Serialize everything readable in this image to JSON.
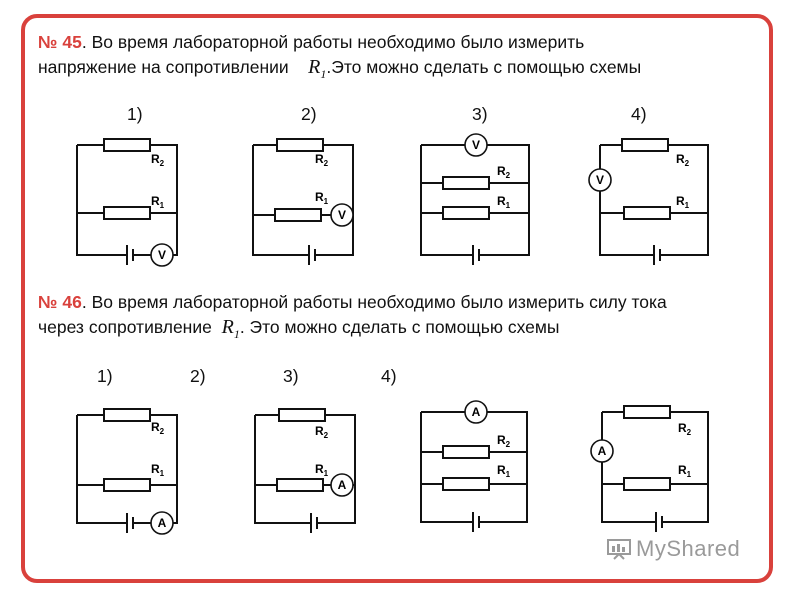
{
  "problem45": {
    "number": "№ 45",
    "line1": ". Во время лабораторной работы необходимо было измерить",
    "line2_before": "напряжение на сопротивлении",
    "resistor": "R",
    "resistor_sub": "1",
    "line2_after": ".Это можно сделать с помощью схемы",
    "options": [
      "1)",
      "2)",
      "3)",
      "4)"
    ],
    "meter_symbol": "V"
  },
  "problem46": {
    "number": "№ 46",
    "line1": ". Во время лабораторной работы необходимо было измерить силу тока",
    "line2_before": "через сопротивление",
    "resistor": "R",
    "resistor_sub": "1",
    "line2_after": ". Это можно сделать с помощью схемы",
    "options": [
      "1)",
      "2)",
      "3)",
      "4)"
    ],
    "meter_symbol": "A"
  },
  "resistor_labels": {
    "r1": "R",
    "r1_sub": "1",
    "r2": "R",
    "r2_sub": "2"
  },
  "watermark": "MyShared",
  "colors": {
    "frame": "#d9413c",
    "accent_number": "#d9413c",
    "watermark": "#9a9a9a"
  }
}
